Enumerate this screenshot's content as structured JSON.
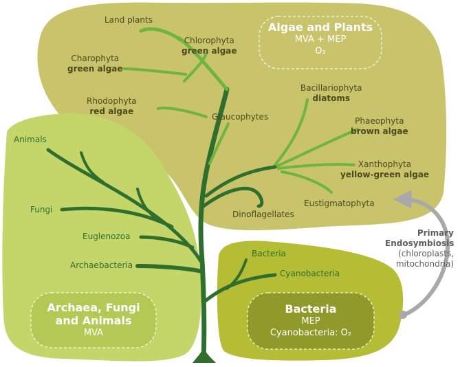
{
  "groups": {
    "algae_plants": {
      "title": "Algae and Plants",
      "line1": "MVA + MEP",
      "line2": "O₂",
      "color": "#c9c46c"
    },
    "archaea_fungi_animals": {
      "title_line1": "Archaea, Fungi",
      "title_line2": "and Animals",
      "line1": "MVA",
      "color": "#c4d66a"
    },
    "bacteria": {
      "title": "Bacteria",
      "line1": "MEP",
      "line2": "Cyanobacteria: O₂",
      "color": "#b5bd35"
    }
  },
  "branches": {
    "land_plants": {
      "name": "Land plants"
    },
    "chlorophyta": {
      "name": "Chlorophyta",
      "common": "green algae"
    },
    "charophyta": {
      "name": "Charophyta",
      "common": "green algae"
    },
    "rhodophyta": {
      "name": "Rhodophyta",
      "common": "red algae"
    },
    "glaucophytes": {
      "name": "Glaucophytes"
    },
    "bacillariophyta": {
      "name": "Bacillariophyta",
      "common": "diatoms"
    },
    "phaeophyta": {
      "name": "Phaeophyta",
      "common": "brown algae"
    },
    "xanthophyta": {
      "name": "Xanthophyta",
      "common": "yellow-green algae"
    },
    "eustigmatophyta": {
      "name": "Eustigmatophyta"
    },
    "dinoflagellates": {
      "name": "Dinoflagellates"
    },
    "animals": {
      "name": "Animals"
    },
    "fungi": {
      "name": "Fungi"
    },
    "euglenozoa": {
      "name": "Euglenozoa"
    },
    "archaebacteria": {
      "name": "Archaebacteria"
    },
    "bacteria": {
      "name": "Bacteria"
    },
    "cyanobacteria": {
      "name": "Cyanobacteria"
    }
  },
  "endosymbiosis": {
    "title_line1": "Primary",
    "title_line2": "Endosymbiosis",
    "line1": "(chloroplasts,",
    "line2": "mitochondria)",
    "color": "#a9a9a9"
  },
  "colors": {
    "branch_light": "#6fb340",
    "branch_dark": "#2f6e2c",
    "trunk": "#2f6e2c"
  }
}
